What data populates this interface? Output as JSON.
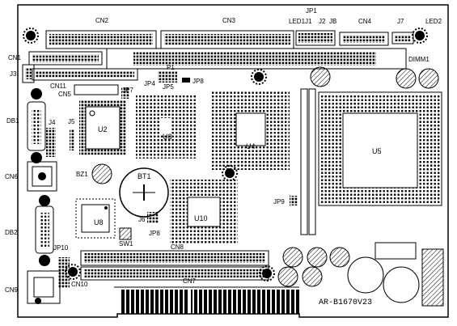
{
  "board_marking": "AR-B1670V23",
  "labels": [
    {
      "id": "CN2",
      "text": "CN2"
    },
    {
      "id": "CN3",
      "text": "CN3"
    },
    {
      "id": "JP1",
      "text": "JP1"
    },
    {
      "id": "LED1",
      "text": "LED1"
    },
    {
      "id": "J1",
      "text": "J1"
    },
    {
      "id": "J2",
      "text": "J2"
    },
    {
      "id": "JB",
      "text": "JB"
    },
    {
      "id": "CN4",
      "text": "CN4"
    },
    {
      "id": "J7",
      "text": "J7"
    },
    {
      "id": "LED2",
      "text": "LED2"
    },
    {
      "id": "CN1",
      "text": "CN1"
    },
    {
      "id": "DIMM1",
      "text": "DIMM1"
    },
    {
      "id": "J3",
      "text": "J3"
    },
    {
      "id": "P1",
      "text": "P1"
    },
    {
      "id": "JP4",
      "text": "JP4"
    },
    {
      "id": "JP5",
      "text": "JP5"
    },
    {
      "id": "JP8a",
      "text": "JP8"
    },
    {
      "id": "CN11",
      "text": "CN11"
    },
    {
      "id": "CN5",
      "text": "CN5"
    },
    {
      "id": "JP7",
      "text": "JP7"
    },
    {
      "id": "DB1",
      "text": "DB1"
    },
    {
      "id": "J4",
      "text": "J4"
    },
    {
      "id": "J5",
      "text": "J5"
    },
    {
      "id": "U2",
      "text": "U2"
    },
    {
      "id": "U3",
      "text": "U3"
    },
    {
      "id": "U4",
      "text": "U4"
    },
    {
      "id": "U5",
      "text": "U5"
    },
    {
      "id": "CN6",
      "text": "CN6"
    },
    {
      "id": "BZ1",
      "text": "BZ1"
    },
    {
      "id": "BT1",
      "text": "BT1"
    },
    {
      "id": "JP9",
      "text": "JP9"
    },
    {
      "id": "U8",
      "text": "U8"
    },
    {
      "id": "JP6",
      "text": "J6"
    },
    {
      "id": "U10",
      "text": "U10"
    },
    {
      "id": "DB2",
      "text": "DB2"
    },
    {
      "id": "JP8b",
      "text": "JP8"
    },
    {
      "id": "SW1",
      "text": "SW1"
    },
    {
      "id": "CN8",
      "text": "CN8"
    },
    {
      "id": "JP10",
      "text": "JP10"
    },
    {
      "id": "CN9",
      "text": "CN9"
    },
    {
      "id": "CN10",
      "text": "CN10"
    },
    {
      "id": "CN7",
      "text": "CN7"
    }
  ]
}
